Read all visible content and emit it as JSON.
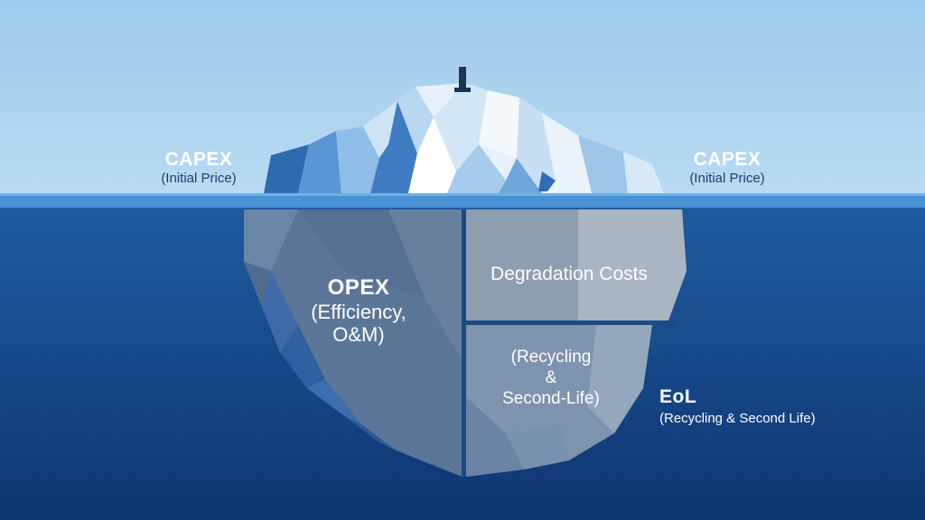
{
  "colors": {
    "sky": "#a8cfee",
    "waterline": "#4a92d6",
    "deep_water": "#123f7e",
    "ice_light": "#e9f3fb",
    "ice_mid": "#8ebde6",
    "ice_dark": "#2f6db4",
    "submerged_left": "#5c7697",
    "submerged_right": "#9aa9bb",
    "label_white": "#ffffff",
    "label_dark": "#1e3f66"
  },
  "capex_left": {
    "title": "CAPEX",
    "subtitle": "(Initial Price)"
  },
  "capex_right": {
    "title": "CAPEX",
    "subtitle": "(Initial Price)"
  },
  "opex": {
    "title": "OPEX",
    "line1": "(Efficiency,",
    "line2": "O&M)"
  },
  "degradation": {
    "label": "Degradation Costs"
  },
  "recycling_block": {
    "line1": "(Recycling",
    "line2": "&",
    "line3": "Second-Life)"
  },
  "eol": {
    "title": "EoL",
    "subtitle": "(Recycling & Second Life)"
  },
  "icons": {
    "flag": "flag-post-icon"
  }
}
